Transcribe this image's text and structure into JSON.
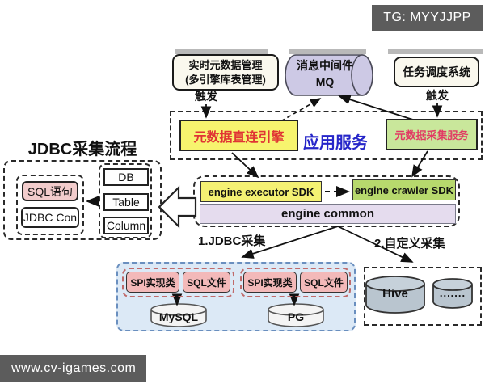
{
  "overlays": {
    "top_badge": "TG: MYYJJPP",
    "bottom_watermark": "www.cv-igames.com"
  },
  "top_row": {
    "realtime_mgmt_line1": "实时元数据管理",
    "realtime_mgmt_line2": "(多引擎库表管理)",
    "mq_line1": "消息中间件",
    "mq_line2": "MQ",
    "task_scheduler": "任务调度系统",
    "trigger_left": "触发",
    "trigger_right": "触发"
  },
  "app_service": {
    "title": "应用服务",
    "metadata_direct_engine": "元数据直连引擎",
    "metadata_collect_service": "元数据采集服务"
  },
  "engine_layer": {
    "executor_sdk": "engine executor SDK",
    "crawler_sdk": "engine crawler SDK",
    "common": "engine common"
  },
  "jdbc_flow_panel": {
    "title": "JDBC采集流程",
    "sql_statement": "SQL语句",
    "jdbc_con": "JDBC Con",
    "db": "DB",
    "table": "Table",
    "column": "Column"
  },
  "branch_labels": {
    "jdbc_collect": "1.JDBC采集",
    "custom_collect": "2.自定义采集"
  },
  "jdbc_collect_group": {
    "left": {
      "spi_impl": "SPI实现类",
      "sql_file": "SQL文件",
      "database": "MySQL"
    },
    "right": {
      "spi_impl": "SPI实现类",
      "sql_file": "SQL文件",
      "database": "PG"
    }
  },
  "custom_collect_group": {
    "hive": "Hive",
    "more": "......."
  },
  "colors": {
    "yellow_box": "#f7f46e",
    "sdk_yellow": "#f4f173",
    "green_box": "#c9e79b",
    "sdk_green": "#b7d96d",
    "lavender_bar": "#e5dcee",
    "mq_fill": "#cdc9e5",
    "pink_box": "#f2cccc",
    "salmon_box": "#f3b9b9",
    "blue_panel": "#dce9f6",
    "hive_fill": "#b9c5cf",
    "accent_red_text": "#e03434",
    "accent_rose_text": "#e23a64",
    "accent_blue_text": "#2626c9",
    "watermark_bg": "#5c5c5c"
  }
}
